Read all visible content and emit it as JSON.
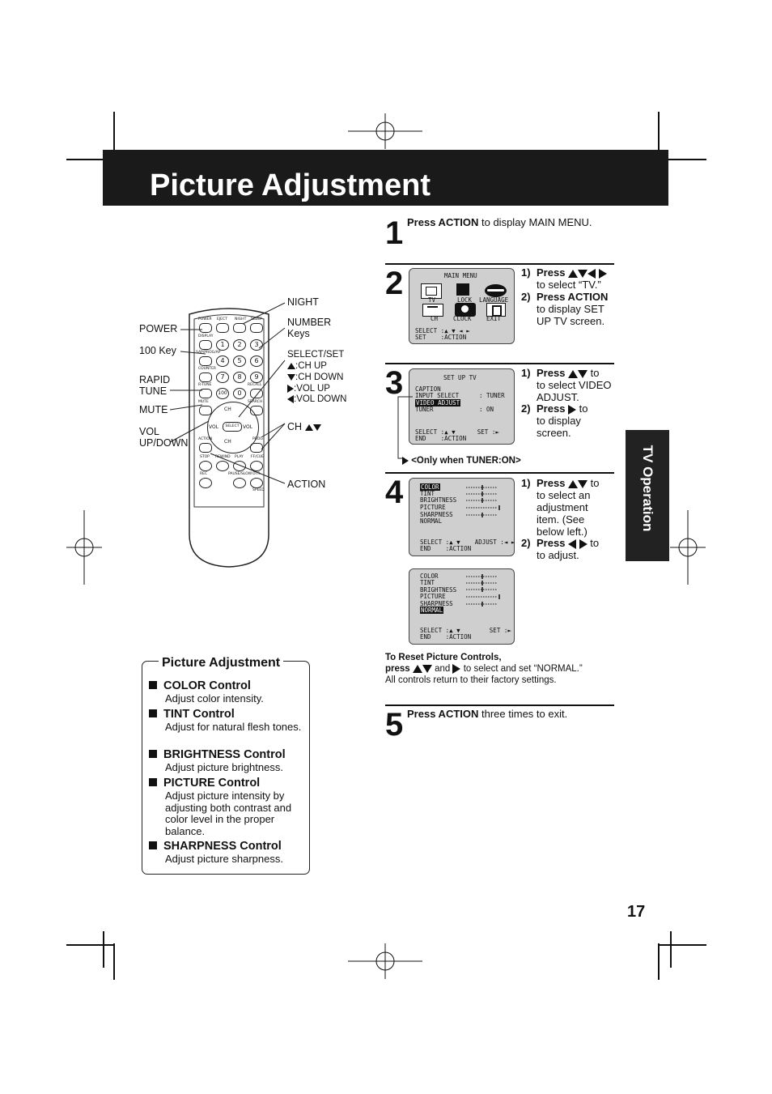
{
  "title": "Picture Adjustment",
  "side_tab": "TV Operation",
  "page_number": "17",
  "remote_labels": {
    "power": "POWER",
    "key100": "100 Key",
    "rapid_tune": "RAPID\nTUNE",
    "mute": "MUTE",
    "vol": "VOL\nUP/DOWN",
    "night": "NIGHT",
    "number_keys": "NUMBER\nKeys",
    "select_set": "SELECT/SET",
    "ch_up": ":CH UP",
    "ch_down": ":CH DOWN",
    "vol_up": ":VOL UP",
    "vol_down": ":VOL DOWN",
    "ch": "CH",
    "action": "ACTION"
  },
  "remote_buttons": {
    "power": "POWER",
    "eject": "EJECT",
    "night": "NIGHT",
    "sleep": "SLEEP",
    "display": "DISPLAY",
    "sap": "SAP/PROG/AP",
    "counter": "COUNTER",
    "rtune": "R-TUNE",
    "recall": "RECALL",
    "mute": "MUTE",
    "search": "SEARCH",
    "select": "SELECT",
    "vol": "VOL",
    "ch": "CH",
    "action": "ACTION",
    "prog": "PROG",
    "stop": "STOP",
    "rewind": "REWIND",
    "play": "PLAY",
    "ffcue": "FF/CUE",
    "rec": "REC",
    "pause": "PAUSE/SLOW",
    "otr": "OTR",
    "speed": "SPEED",
    "k100": "100",
    "k0": "0",
    "keys": [
      "1",
      "2",
      "3",
      "4",
      "5",
      "6",
      "7",
      "8",
      "9"
    ]
  },
  "step1": {
    "num": "1",
    "bold": "Press ACTION",
    "rest": " to display MAIN MENU."
  },
  "step2": {
    "num": "2",
    "screen": {
      "title": "MAIN MENU",
      "tv": "TV",
      "lock": "LOCK",
      "language": "LANGUAGE",
      "ch": "CH",
      "clock": "CLOCK",
      "exit": "EXIT",
      "line1": "SELECT :▲ ▼ ◄ ►",
      "line2": "SET    :ACTION"
    },
    "i1_num": "1)",
    "i1_bold": "Press",
    "i1_rest": "to select “TV.”",
    "i2_num": "2)",
    "i2_bold": "Press ACTION",
    "i2_rest": "to display SET UP TV screen."
  },
  "step3": {
    "num": "3",
    "screen": {
      "title": "SET UP TV",
      "caption": "CAPTION",
      "input_select": "INPUT SELECT",
      "input_val": ": TUNER",
      "video_adjust": "VIDEO ADJUST",
      "tuner": "TUNER",
      "tuner_val": ": ON",
      "line1": "SELECT :▲ ▼      SET :►",
      "line2": "END    :ACTION"
    },
    "i1_num": "1)",
    "i1_bold": "Press",
    "i1_rest": "to select VIDEO ADJUST.",
    "i2_num": "2)",
    "i2_bold": "Press",
    "i2_rest": "to display screen.",
    "note": "<Only when TUNER:ON>"
  },
  "step4": {
    "num": "4",
    "screen_a": {
      "items": [
        "COLOR",
        "TINT",
        "BRIGHTNESS",
        "PICTURE",
        "SHARPNESS",
        "NORMAL"
      ],
      "line1": "SELECT :▲ ▼    ADJUST :◄ ►",
      "line2": "END    :ACTION"
    },
    "screen_b": {
      "items": [
        "COLOR",
        "TINT",
        "BRIGHTNESS",
        "PICTURE",
        "SHARPNESS",
        "NORMAL"
      ],
      "line1": "SELECT :▲ ▼        SET :►",
      "line2": "END    :ACTION"
    },
    "i1_num": "1)",
    "i1_bold": "Press",
    "i1_rest": "to select an adjustment item. (See below left.)",
    "i2_num": "2)",
    "i2_bold": "Press",
    "i2_rest": "to adjust.",
    "reset_title": "To Reset Picture Controls,",
    "reset_press": "press",
    "reset_and": "and",
    "reset_rest": "to select and set “NORMAL.”",
    "reset_line3": "All controls return to their factory settings."
  },
  "step5": {
    "num": "5",
    "bold": "Press ACTION",
    "rest": " three times to exit."
  },
  "info": {
    "heading": "Picture Adjustment",
    "items": [
      {
        "h": "COLOR Control",
        "d": "Adjust color intensity."
      },
      {
        "h": "TINT Control",
        "d": "Adjust for natural flesh tones."
      },
      {
        "h": "BRIGHTNESS Control",
        "d": "Adjust picture brightness."
      },
      {
        "h": "PICTURE Control",
        "d": "Adjust picture intensity by adjusting both contrast and color level in the proper balance."
      },
      {
        "h": "SHARPNESS Control",
        "d": "Adjust picture sharpness."
      }
    ]
  }
}
